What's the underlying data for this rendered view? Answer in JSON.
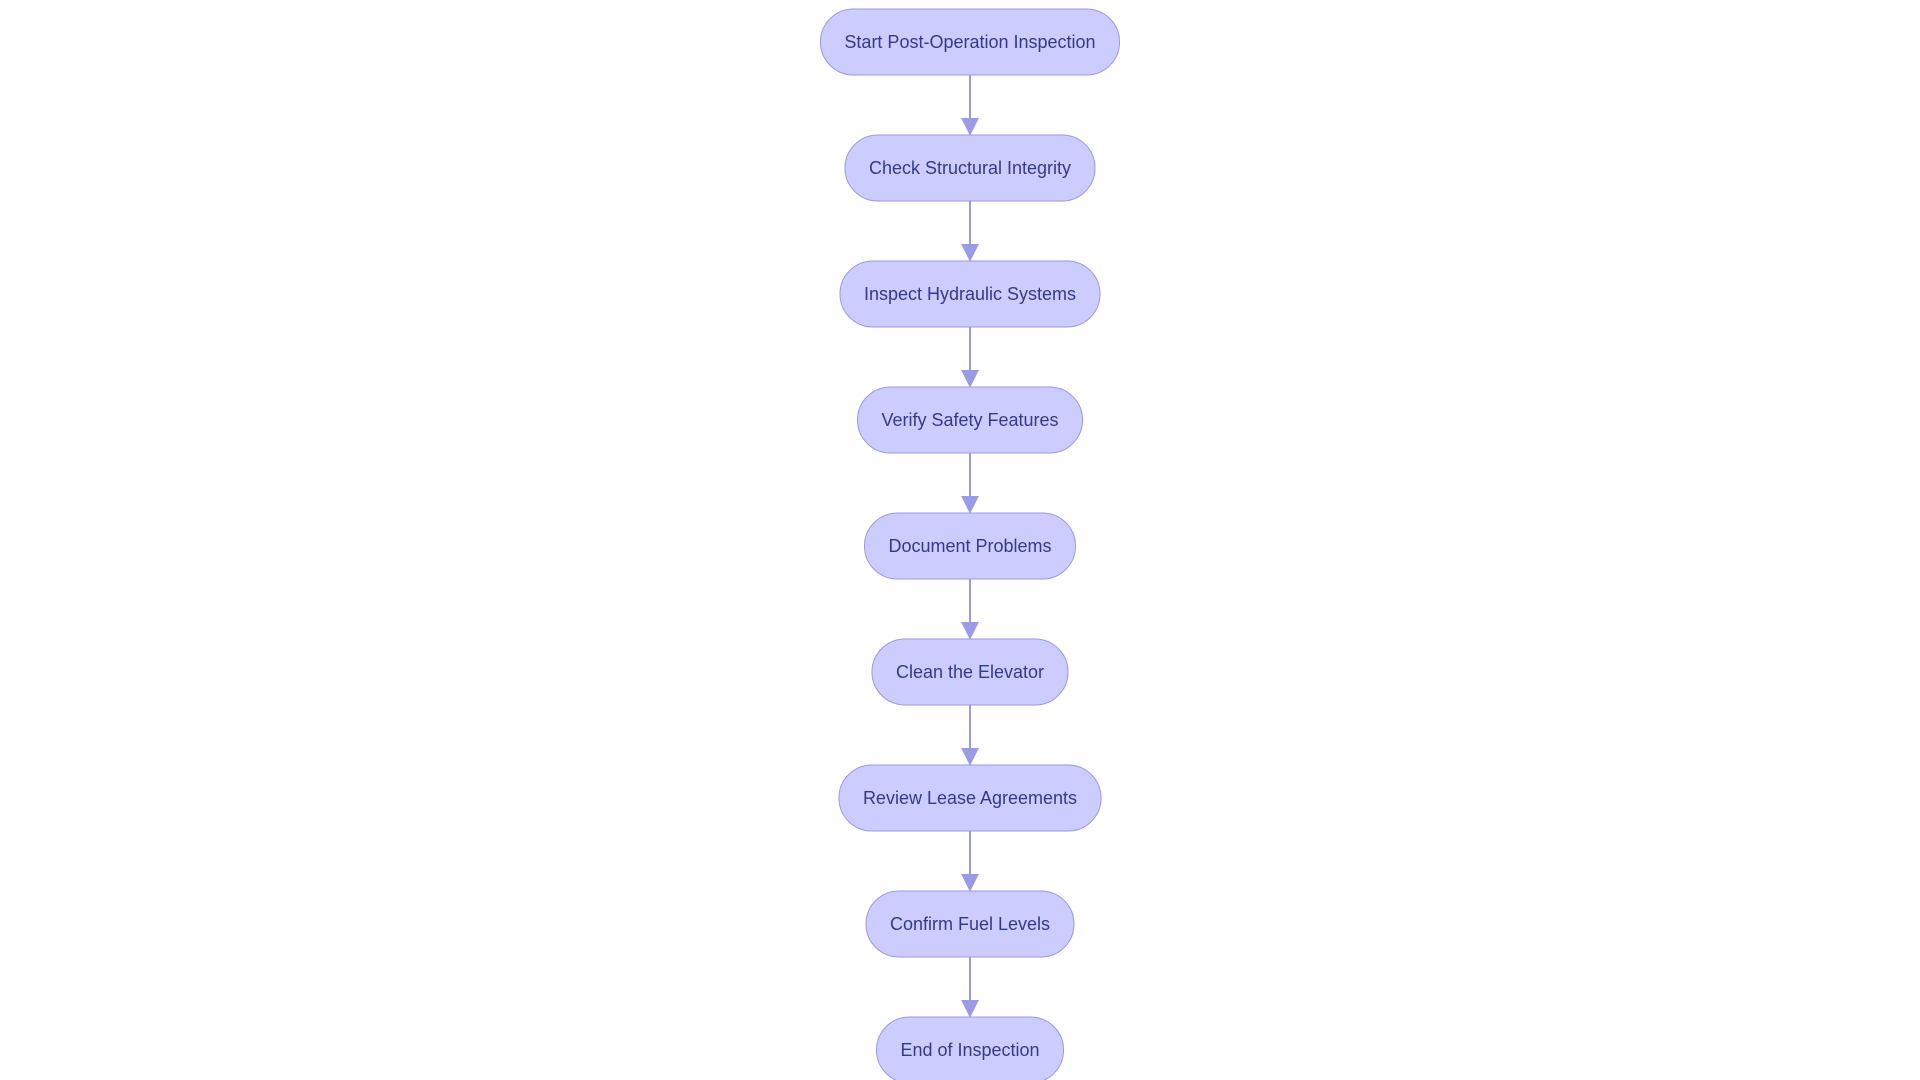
{
  "diagram": {
    "type": "flowchart",
    "direction": "top-to-bottom",
    "colors": {
      "node_fill": "#ccccff",
      "node_stroke": "#9a9ae6",
      "edge": "#9a9ae6",
      "label": "#333a8c"
    },
    "nodes": [
      {
        "id": "start",
        "label": "Start Post-Operation Inspection"
      },
      {
        "id": "structural",
        "label": "Check Structural Integrity"
      },
      {
        "id": "hydraulic",
        "label": "Inspect Hydraulic Systems"
      },
      {
        "id": "safety",
        "label": "Verify Safety Features"
      },
      {
        "id": "document",
        "label": "Document Problems"
      },
      {
        "id": "clean",
        "label": "Clean the Elevator"
      },
      {
        "id": "lease",
        "label": "Review Lease Agreements"
      },
      {
        "id": "fuel",
        "label": "Confirm Fuel Levels"
      },
      {
        "id": "end",
        "label": "End of Inspection"
      }
    ],
    "edges": [
      {
        "from": "start",
        "to": "structural"
      },
      {
        "from": "structural",
        "to": "hydraulic"
      },
      {
        "from": "hydraulic",
        "to": "safety"
      },
      {
        "from": "safety",
        "to": "document"
      },
      {
        "from": "document",
        "to": "clean"
      },
      {
        "from": "clean",
        "to": "lease"
      },
      {
        "from": "lease",
        "to": "fuel"
      },
      {
        "from": "fuel",
        "to": "end"
      }
    ]
  }
}
